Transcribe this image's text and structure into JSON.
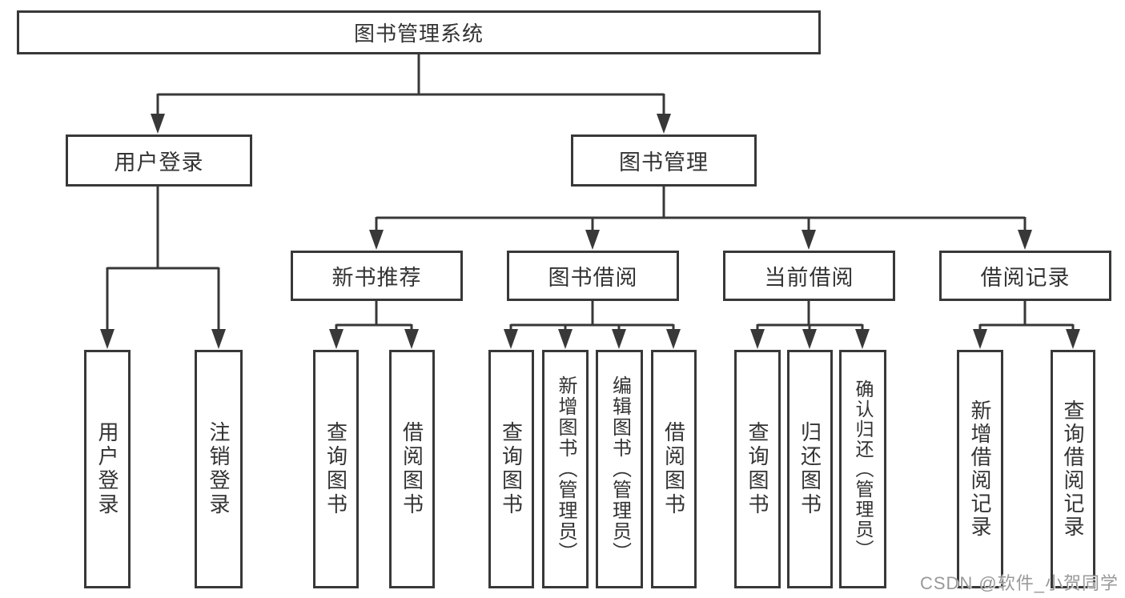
{
  "diagram": {
    "root": {
      "label": "图书管理系统"
    },
    "level2": [
      {
        "label": "用户登录"
      },
      {
        "label": "图书管理"
      }
    ],
    "level3": [
      {
        "label": "新书推荐"
      },
      {
        "label": "图书借阅"
      },
      {
        "label": "当前借阅"
      },
      {
        "label": "借阅记录"
      }
    ],
    "leaves": [
      {
        "label": "用户登录"
      },
      {
        "label": "注销登录"
      },
      {
        "label": "查询图书"
      },
      {
        "label": "借阅图书"
      },
      {
        "label": "查询图书"
      },
      {
        "label": "新增图书（管理员）"
      },
      {
        "label": "编辑图书（管理员）"
      },
      {
        "label": "借阅图书"
      },
      {
        "label": "查询图书"
      },
      {
        "label": "归还图书"
      },
      {
        "label": "确认归还（管理员）"
      },
      {
        "label": "新增借阅记录"
      },
      {
        "label": "查询借阅记录"
      }
    ]
  },
  "watermark": "CSDN @软件_小贺同学",
  "colors": {
    "line": "#383838",
    "text": "#333333",
    "background": "#ffffff",
    "watermark": "#949494"
  }
}
